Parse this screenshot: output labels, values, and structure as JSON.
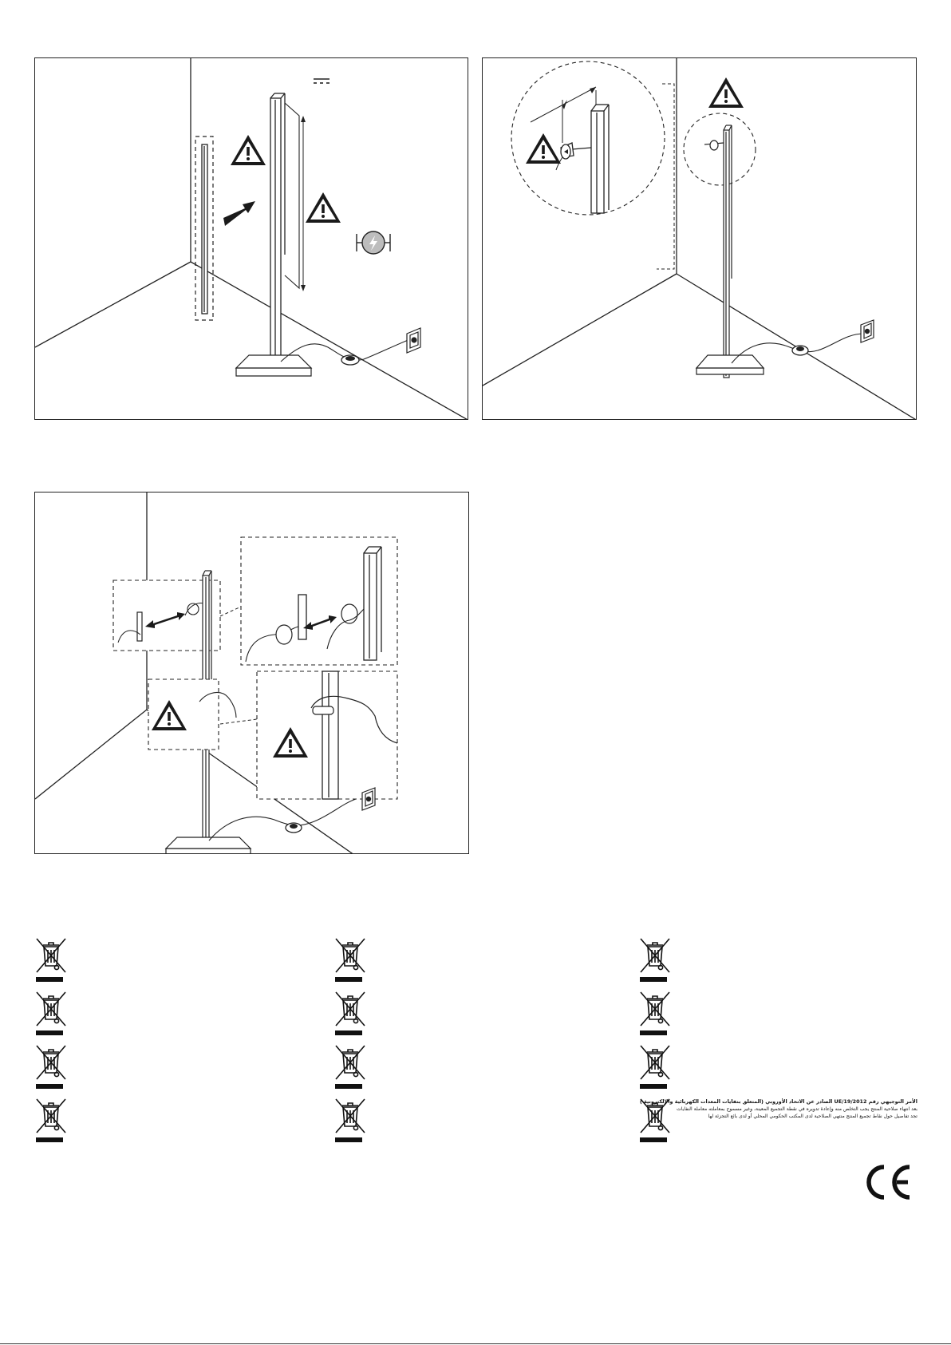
{
  "icons": {
    "warning": "warning-triangle-icon",
    "power": "power-switch-icon",
    "dc": "direct-current-icon",
    "arrow": "arrow-icon",
    "weee": "crossed-out-wheeled-bin-icon",
    "ce": "ce-mark-icon"
  },
  "colors": {
    "line": "#222222",
    "fill_dark": "#1a1a1a",
    "power_circle": "#bdbdbd",
    "background": "#ffffff"
  },
  "weee_notices": {
    "count": 12,
    "arabic": {
      "line1": "الأمر التوجيهي رقم UE/19/2012 الصادر عن الاتحاد الأوروبي (المتعلق بنفايات المعدات الكهربائية والإلكترونية )",
      "line2": "بعد انتهاء صلاحية المنتج يجب التخلص منه وإعادة تدويره في نقطة التجميع المعينة، وغير مسموح بمعاملته معاملة النفايات",
      "line3": "تجد تفاصيل حول نقاط تجميع المنتج منتهي الصلاحية لدى المكتب الحكومي المحلي أو لدى بائع التجزئة لها"
    }
  },
  "ce_mark": "CE"
}
